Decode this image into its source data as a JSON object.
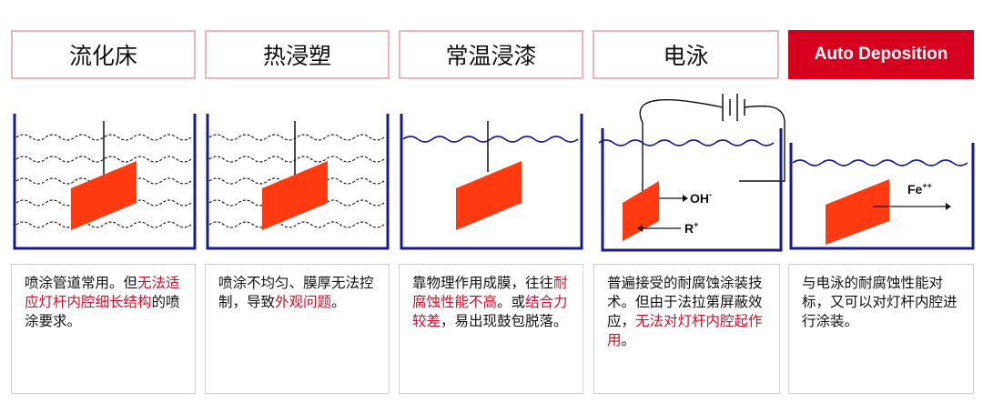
{
  "headers": [
    {
      "label": "流化床"
    },
    {
      "label": "热浸塑"
    },
    {
      "label": "常温浸漆"
    },
    {
      "label": "电泳"
    },
    {
      "label": "Auto Deposition",
      "color": "#d6001f"
    }
  ],
  "descriptions": [
    [
      {
        "text": "喷涂管道常用。但",
        "red": false
      },
      {
        "text": "无法适应灯杆内腔细长结构",
        "red": true
      },
      {
        "text": "的喷涂要求。",
        "red": false
      }
    ],
    [
      {
        "text": "喷涂不均匀、膜厚无法控制，导致",
        "red": false
      },
      {
        "text": "外观问题",
        "red": true
      },
      {
        "text": "。",
        "red": false
      }
    ],
    [
      {
        "text": "靠物理作用成膜，往往",
        "red": false
      },
      {
        "text": "耐腐蚀性能不高",
        "red": true
      },
      {
        "text": "。或",
        "red": false
      },
      {
        "text": "结合力较差",
        "red": true
      },
      {
        "text": "，易出现鼓包脱落。",
        "red": false
      }
    ],
    [
      {
        "text": "普遍接受的耐腐蚀涂装技术。但由于法拉第屏蔽效应，",
        "red": false
      },
      {
        "text": "无法对灯杆内腔起作用",
        "red": true
      },
      {
        "text": "。",
        "red": false
      }
    ],
    [
      {
        "text": "与电泳的耐腐蚀性能对标，又可以对灯杆内腔进行涂装。",
        "red": false
      }
    ]
  ],
  "diagram_labels": {
    "oh": "OH",
    "oh_sup": "-",
    "r": "R",
    "r_sup": "+",
    "fe": "Fe",
    "fe_sup": "++"
  },
  "colors": {
    "accent": "#d6001f",
    "header_border": "#eab6b8",
    "tank": "#1a1a8c",
    "plate": "#ff3a10",
    "highlight_text": "#c8102e"
  }
}
